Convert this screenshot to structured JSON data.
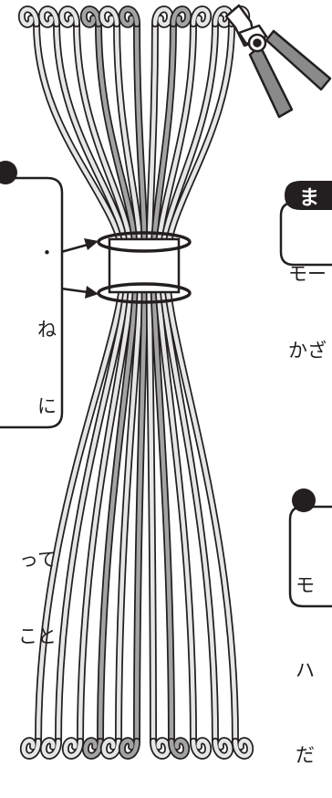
{
  "callouts": {
    "left": {
      "lines": [
        "・",
        "ね",
        "に",
        "",
        "って",
        "こと"
      ]
    },
    "right_top": {
      "tag": "ま",
      "lines": [
        "モー",
        "かざ"
      ]
    },
    "right_bottom": {
      "lines": [
        "モ",
        "ハ",
        "だ"
      ]
    }
  },
  "colors": {
    "outline": "#231f20",
    "wire_light": "#e6e6e6",
    "wire_dark": "#a3a3a3",
    "tool_handle": "#8a8a8a",
    "background": "#ffffff"
  },
  "icons": {
    "tool": "wire-cutter-icon",
    "arrow": "arrow-right-icon"
  }
}
